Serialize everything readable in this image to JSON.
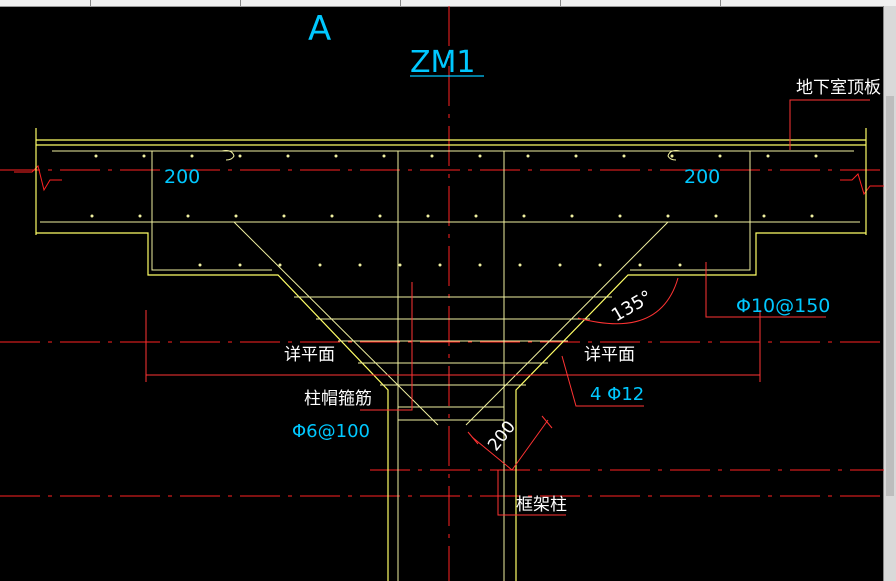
{
  "drawing": {
    "axis_label": "A",
    "title": "ZM1",
    "slab_label": "地下室顶板",
    "dim_left": "200",
    "dim_right": "200",
    "rebar_top": "Φ10@150",
    "angle": "135°",
    "detail_left": "详平面",
    "detail_right": "详平面",
    "rebar_side": "4 Φ12",
    "stirrup_label": "柱帽箍筋",
    "stirrup_spec": "Φ6@100",
    "cap_dim": "200",
    "column_label": "框架柱"
  },
  "colors": {
    "background": "#000000",
    "outline": "#ffff66",
    "rebar": "#f0f0a0",
    "centerline": "#ff2222",
    "dimension": "#ff3333",
    "text_cyan": "#00c8ff",
    "text_white": "#ffffff"
  }
}
